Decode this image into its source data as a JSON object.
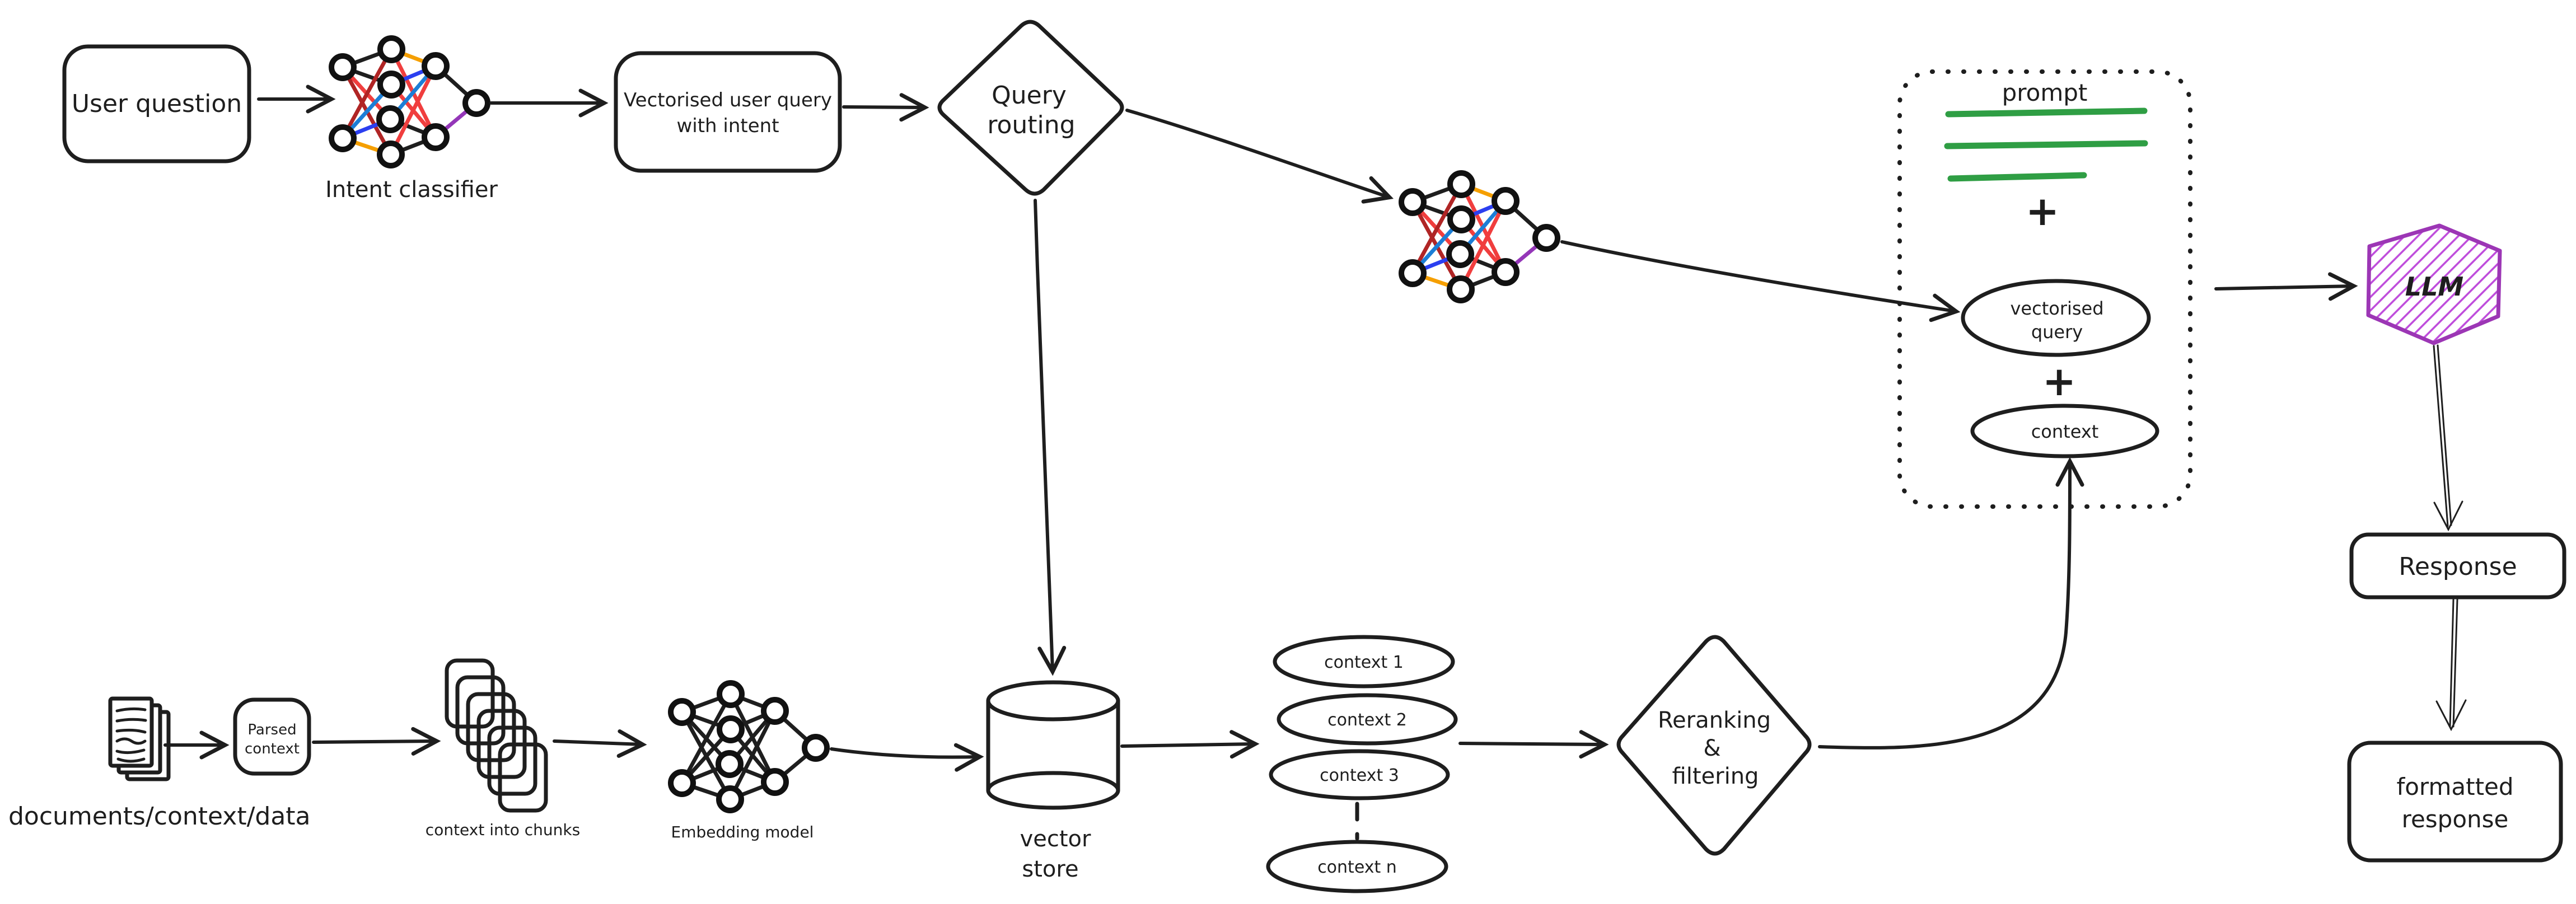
{
  "diagram": {
    "nodes": {
      "user_question": {
        "label": "User question"
      },
      "intent_classifier": {
        "label": "Intent classifier"
      },
      "vectorised_user_query": {
        "line1": "Vectorised user query",
        "line2": "with intent"
      },
      "query_routing": {
        "line1": "Query",
        "line2": "routing"
      },
      "prompt_box": {
        "label": "prompt",
        "plus": "+"
      },
      "vectorised_query": {
        "line1": "vectorised",
        "line2": "query"
      },
      "context_item": {
        "label": "context"
      },
      "llm": {
        "label": "LLM"
      },
      "response": {
        "label": "Response"
      },
      "formatted_response": {
        "line1": "formatted",
        "line2": "response"
      },
      "documents": {
        "label": "documents/context/data"
      },
      "parsed_context": {
        "line1": "Parsed",
        "line2": "context"
      },
      "chunks": {
        "label": "context into chunks"
      },
      "embedding_model": {
        "label": "Embedding model"
      },
      "vector_store": {
        "line1": "vector",
        "line2": "store"
      },
      "context_results": {
        "items": [
          "context 1",
          "context 2",
          "context 3",
          "context n"
        ]
      },
      "reranking": {
        "line1": "Reranking",
        "line2": "&",
        "line3": "filtering"
      }
    },
    "colors": {
      "ink": "#1e1e1e",
      "prompt_lines_green": "#2f9e44",
      "llm_stroke_purple": "#9c36b5",
      "llm_hatch_purple": "#be4bdb",
      "nn_edge_red": "#f03e3e",
      "nn_edge_darkred": "#b02525",
      "nn_edge_orange": "#f59f00",
      "nn_edge_steelblue": "#1c7ed6",
      "nn_edge_blue": "#2b3ff0",
      "nn_edge_purple": "#9436b8"
    }
  }
}
